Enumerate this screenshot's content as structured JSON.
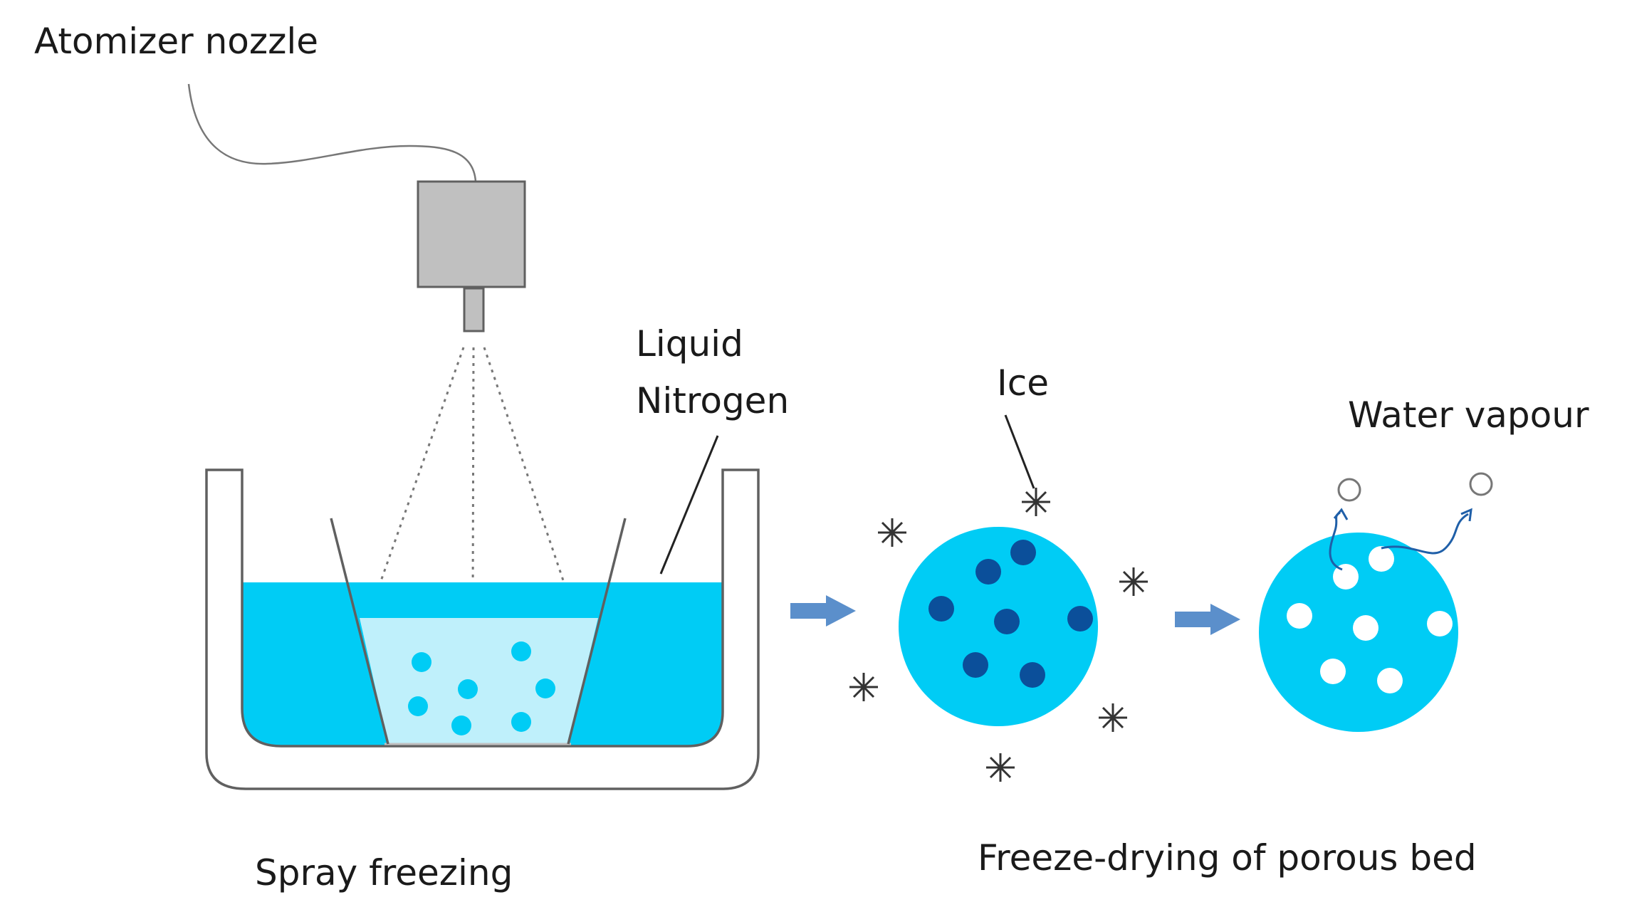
{
  "labels": {
    "atomizer": "Atomizer nozzle",
    "liquid_line1": "Liquid",
    "liquid_line2": "Nitrogen",
    "ice": "Ice",
    "water_vapour": "Water vapour",
    "spray_freezing": "Spray freezing",
    "freeze_drying": "Freeze-drying of porous bed"
  },
  "colors": {
    "liquid_nitrogen": "#00ccf5",
    "droplet_zone": "#bff0fb",
    "droplet": "#00ccf5",
    "particle": "#00ccf5",
    "ice_crystal": "#0b4f9a",
    "pore": "#ffffff",
    "arrow": "#5b8fcb",
    "vapour_path": "#1f5fa8",
    "nozzle_body": "#c0c0c0",
    "outline": "#606060"
  },
  "icons": {
    "snowflake": "asterisk-snowflake-icon",
    "process_arrow": "right-arrow-icon"
  }
}
